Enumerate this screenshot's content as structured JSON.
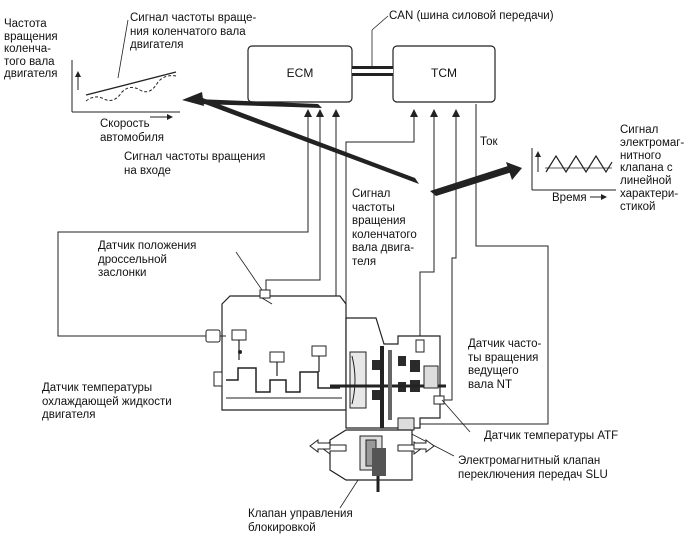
{
  "blocks": {
    "ecm": "ECM",
    "tcm": "TCM"
  },
  "labels": {
    "can_bus": "CAN (шина силовой передачи)",
    "engine_speed_axis": "Частота\nвращения\nколенча-\nтого вала\nдвигателя",
    "engine_speed_signal_top": "Сигнал частоты враще-\nния коленчатого вала\nдвигателя",
    "vehicle_speed_axis": "Скорость\nавтомобиля",
    "input_speed_signal": "Сигнал частоты вращения\nна входе",
    "current_axis": "Ток",
    "time_axis": "Время",
    "solenoid_signal": "Сигнал\nэлектромаг-\nнитного\nклапана с\nлинейной\nхарактери-\nстикой",
    "crank_signal_right": "Сигнал\nчастоты\nвращения\nколенчатого\nвала двига-\nтеля",
    "throttle_sensor": "Датчик положения\nдроссельной\nзаслонки",
    "coolant_sensor": "Датчик температуры\nохлаждающей жидкости\nдвигателя",
    "nt_sensor": "Датчик часто-\nты вращения\nведущего\nвала NT",
    "atf_sensor": "Датчик температуры ATF",
    "slu_solenoid": "Электромагнитный клапан\nпереключения передач SLU",
    "lockup_valve": "Клапан управления\nблокировкой"
  },
  "colors": {
    "line": "#222222",
    "block_fill": "#ffffff",
    "component_fill": "#dddddd",
    "dark": "#2a2a2a"
  }
}
